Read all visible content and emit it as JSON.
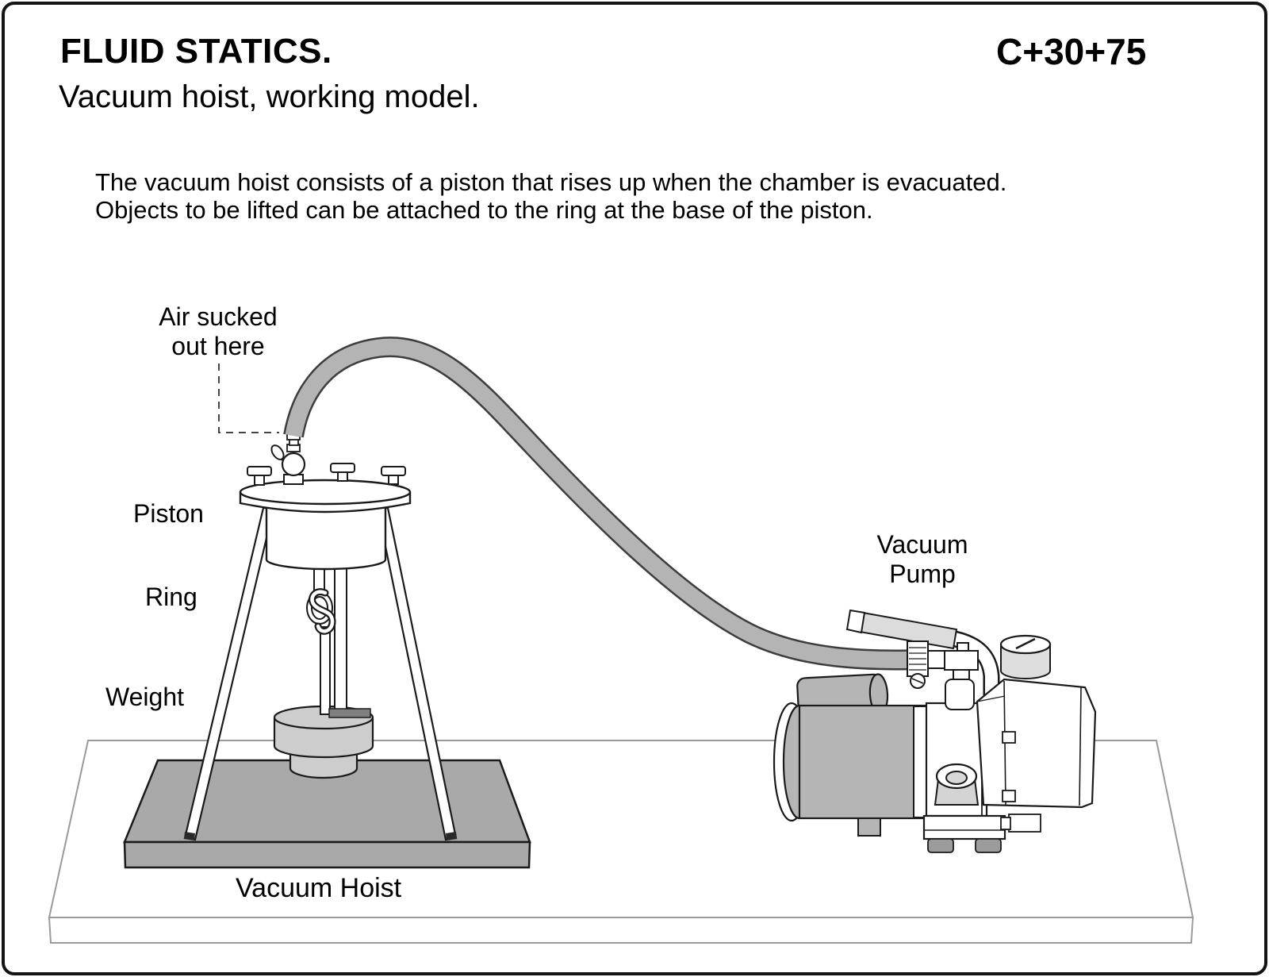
{
  "header": {
    "title": "FLUID STATICS.",
    "code": "C+30+75",
    "subtitle": "Vacuum hoist, working model."
  },
  "description": {
    "line1": "The vacuum hoist consists of a piston that rises up when the chamber is evacuated.",
    "line2": "Objects to be lifted can be attached to the ring at the base of the piston."
  },
  "diagram_labels": {
    "air_line1": "Air sucked",
    "air_line2": "out here",
    "piston": "Piston",
    "ring": "Ring",
    "weight": "Weight",
    "vacuum_hoist": "Vacuum Hoist",
    "pump_line1": "Vacuum",
    "pump_line2": "Pump"
  },
  "colors": {
    "hose_gray": "#b4b4b4",
    "base_plate_gray": "#a9a9a9",
    "weight_gray": "#cdcdcd",
    "motor_gray": "#b5b5b5",
    "outline_black": "#1a1a1a",
    "board_outline_gray": "#9a9a9a"
  }
}
